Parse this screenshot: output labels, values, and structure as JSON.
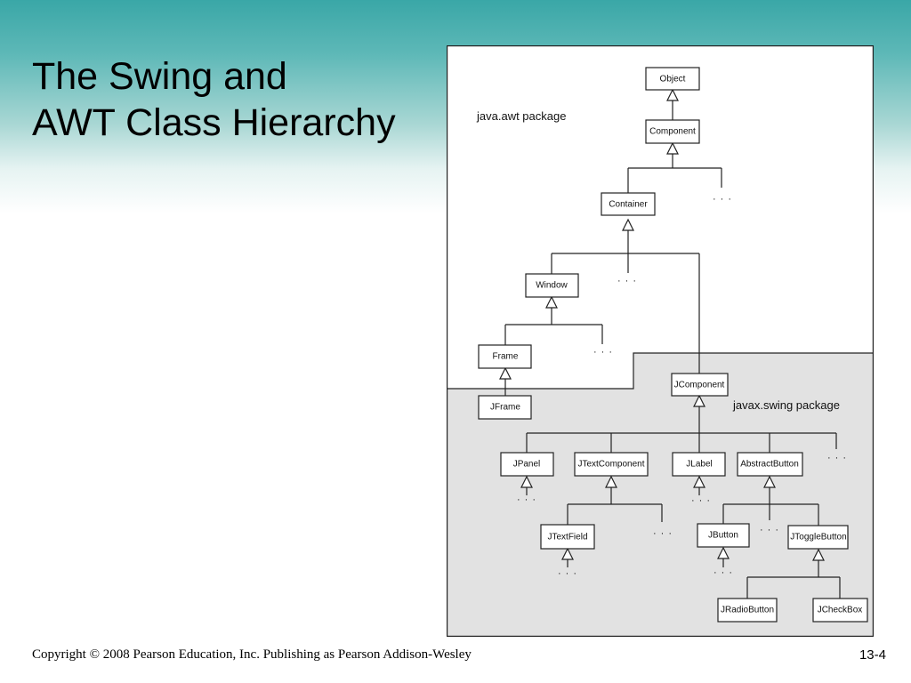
{
  "slide": {
    "title_line1": "The Swing and",
    "title_line2": "AWT Class Hierarchy",
    "copyright": "Copyright © 2008 Pearson Education, Inc. Publishing as Pearson Addison-Wesley",
    "page_number": "13-4"
  },
  "diagram": {
    "awt_package_label": "java.awt package",
    "swing_package_label": "javax.swing package",
    "ellipsis": "· · ·",
    "classes": {
      "object": "Object",
      "component": "Component",
      "container": "Container",
      "window": "Window",
      "frame": "Frame",
      "jframe": "JFrame",
      "jcomponent": "JComponent",
      "jpanel": "JPanel",
      "jtextcomponent": "JTextComponent",
      "jlabel": "JLabel",
      "abstractbutton": "AbstractButton",
      "jtextfield": "JTextField",
      "jbutton": "JButton",
      "jtogglebutton": "JToggleButton",
      "jradiobutton": "JRadioButton",
      "jcheckbox": "JCheckBox"
    },
    "colors": {
      "swing_region": "#e2e2e2",
      "awt_region": "#ffffff",
      "lines": "#222222"
    }
  }
}
